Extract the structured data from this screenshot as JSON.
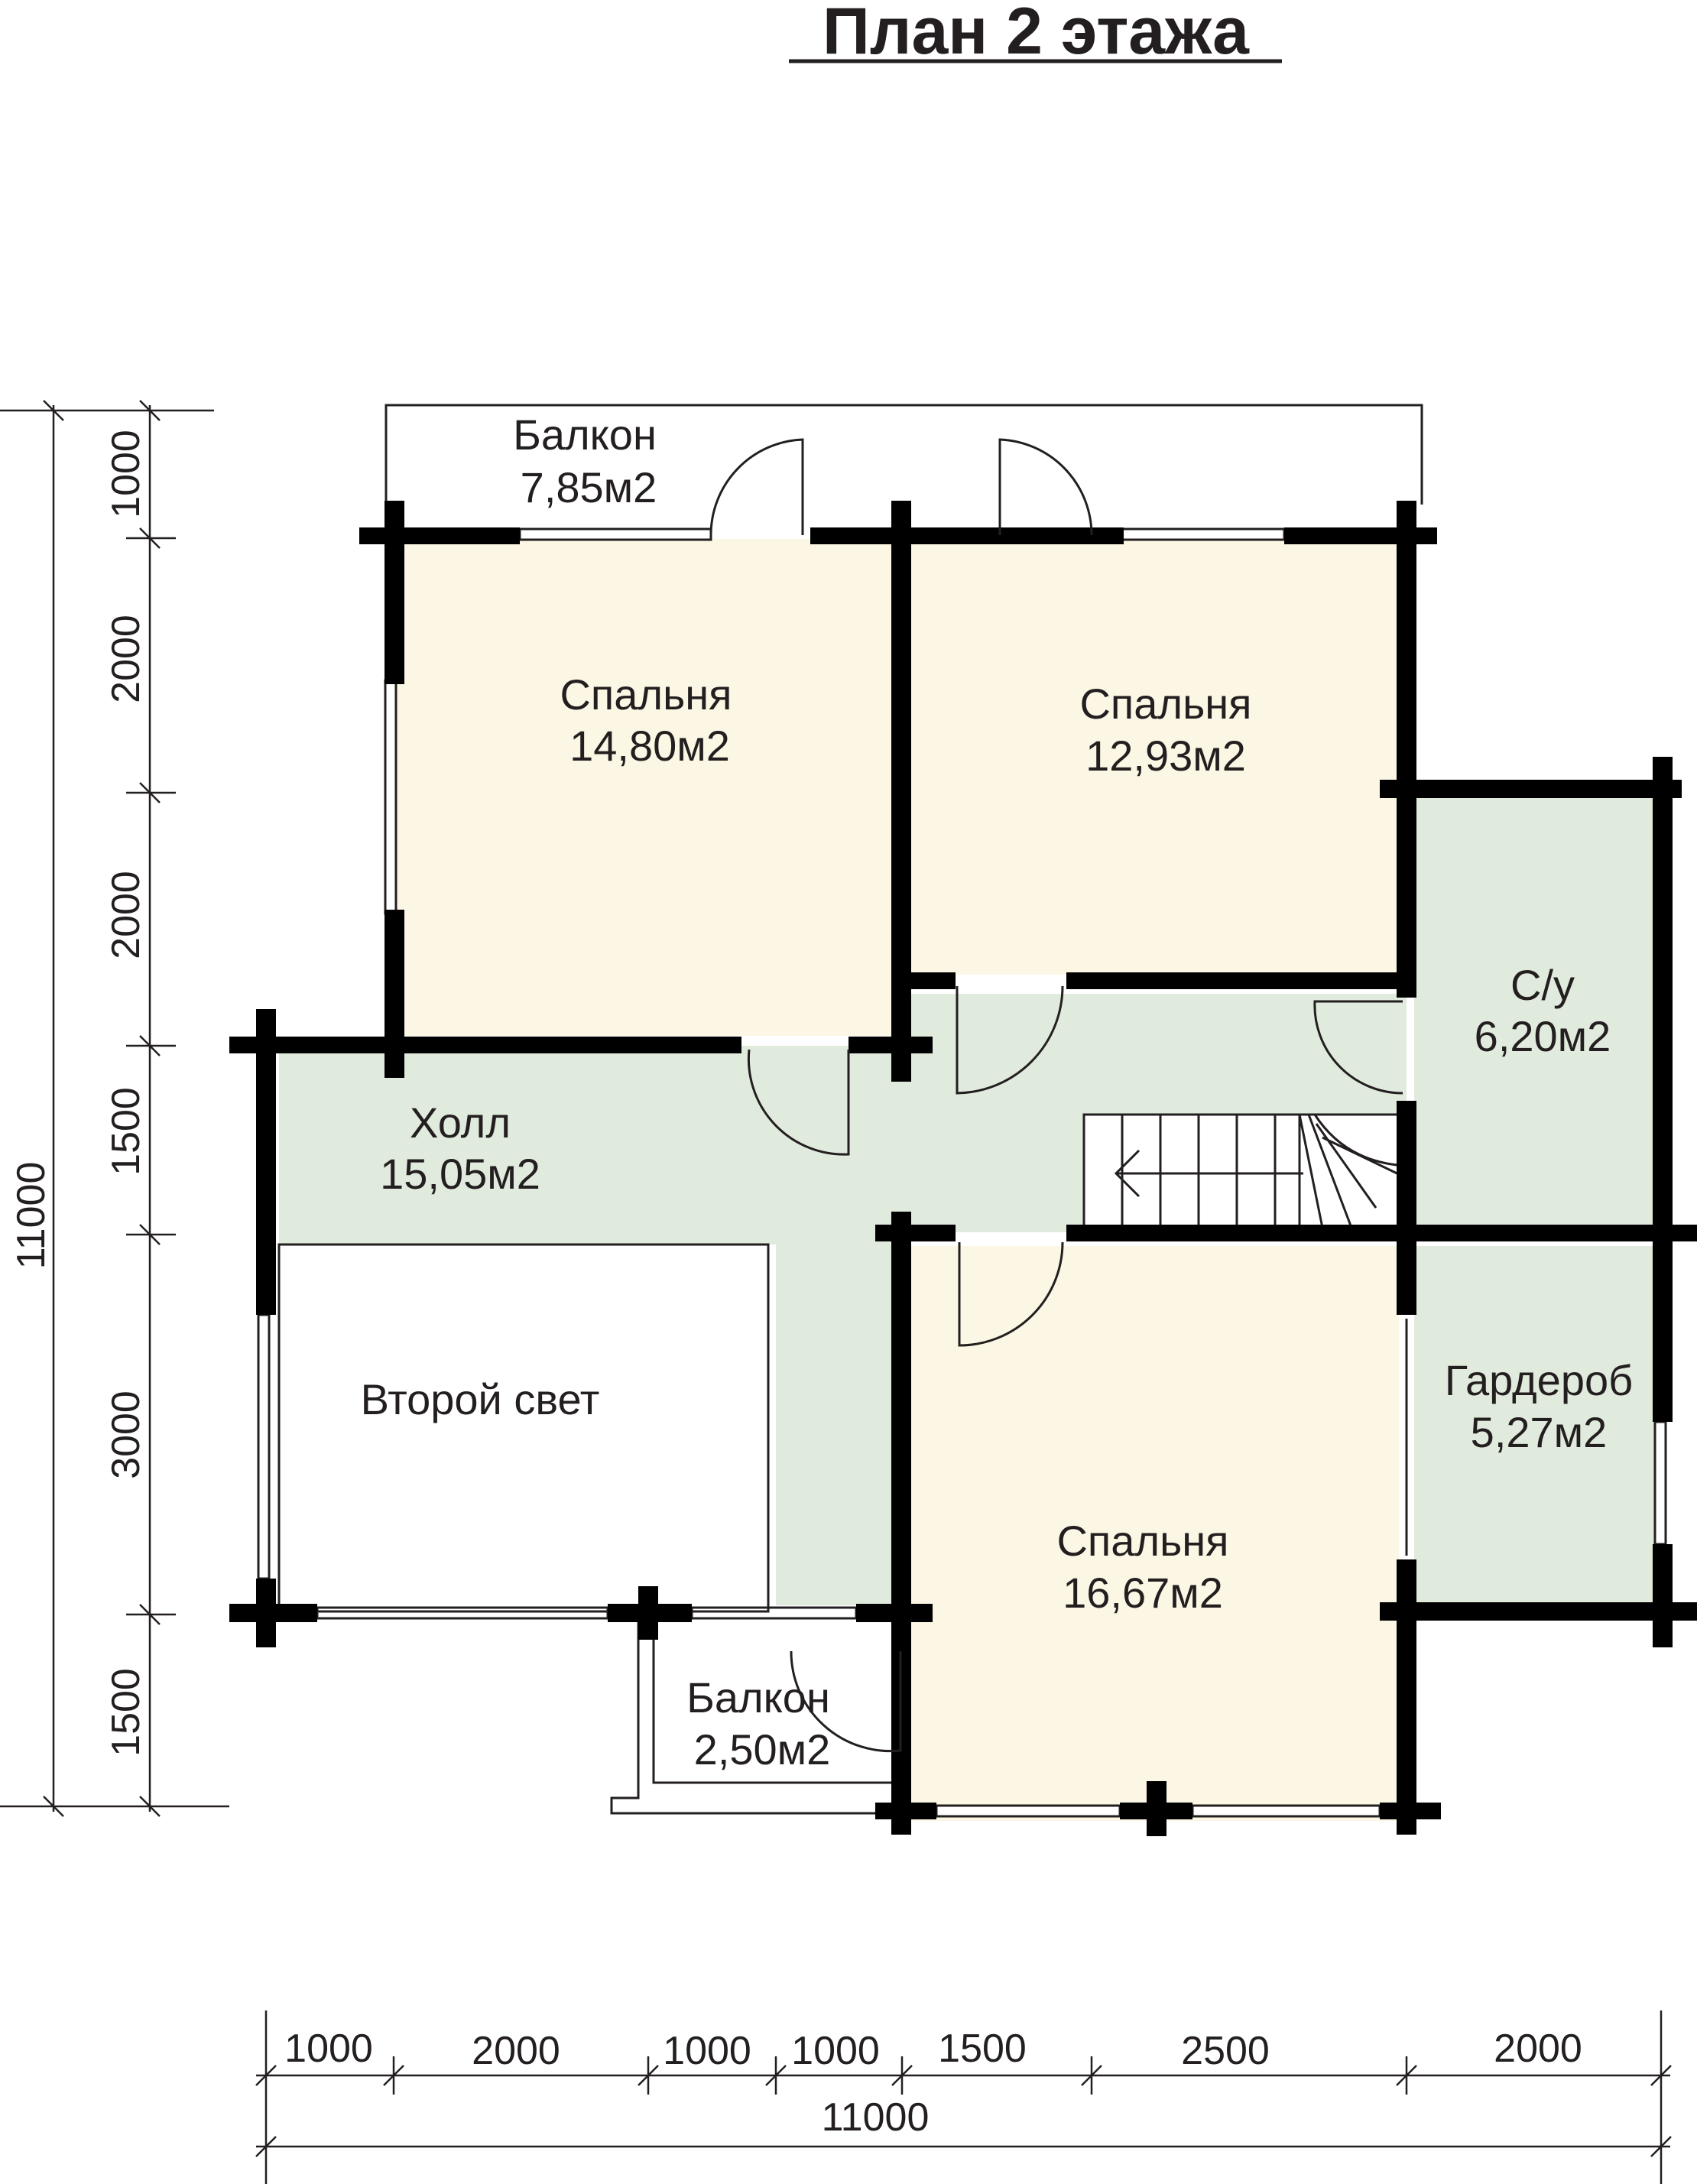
{
  "title": "План 2 этажа",
  "rooms": [
    {
      "name": "Балкон",
      "area": "7,85м2"
    },
    {
      "name": "Спальня",
      "area": "14,80м2"
    },
    {
      "name": "Спальня",
      "area": "12,93м2"
    },
    {
      "name": "С/у",
      "area": "6,20м2"
    },
    {
      "name": "Холл",
      "area": "15,05м2"
    },
    {
      "name": "Второй свет",
      "area": ""
    },
    {
      "name": "Гардероб",
      "area": "5,27м2"
    },
    {
      "name": "Спальня",
      "area": "16,67м2"
    },
    {
      "name": "Балкон",
      "area": "2,50м2"
    }
  ],
  "dimensions": {
    "left_segments": [
      "1000",
      "2000",
      "2000",
      "1500",
      "3000",
      "1500"
    ],
    "left_total": "11000",
    "bottom_segments": [
      "1000",
      "2000",
      "1000",
      "1000",
      "1500",
      "2500",
      "2000"
    ],
    "bottom_total": "11000"
  },
  "colors": {
    "bedroom_fill": "#fcf7e4",
    "hall_fill": "#e1ebdd",
    "wall": "#000000",
    "line": "#231f20"
  }
}
